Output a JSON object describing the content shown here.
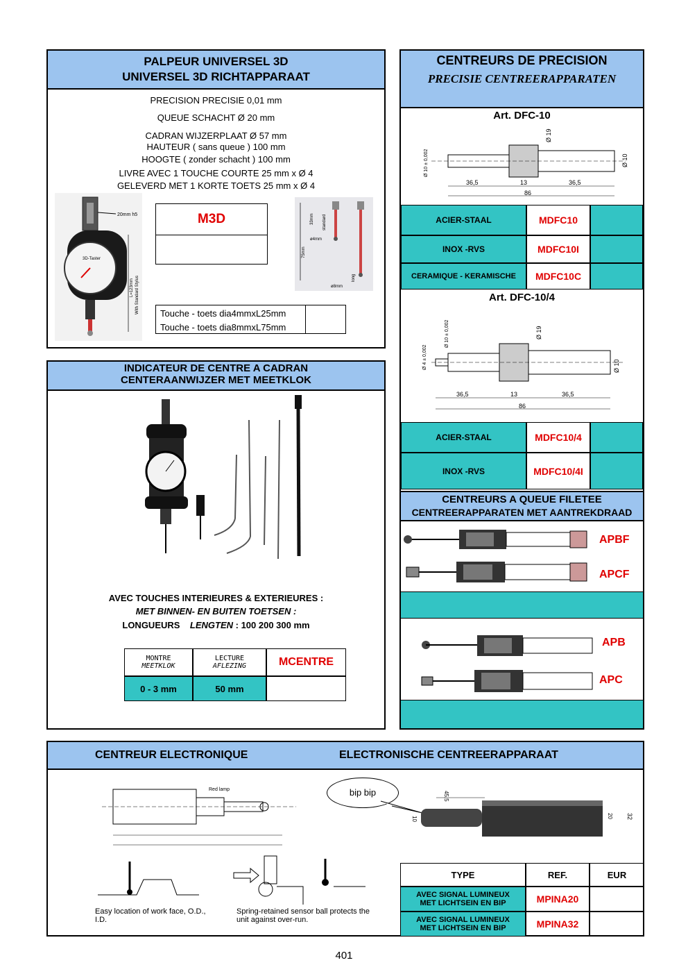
{
  "palpeur": {
    "title1": "PALPEUR UNIVERSEL 3D",
    "title2": "UNIVERSEL 3D RICHTAPPARAAT",
    "specs": [
      "PRECISION   PRECISIE  0,01 mm",
      "QUEUE   SCHACHT  Ø  20 mm",
      "CADRAN  WIJZERPLAAT  Ø 57 mm",
      "HAUTEUR ( sans queue )  100 mm",
      "HOOGTE ( zonder schacht )  100 mm",
      "LIVRE AVEC 1 TOUCHE COURTE   25 mm  x  Ø  4",
      "GELEVERD MET 1 KORTE TOETS  25 mm  x Ø  4"
    ],
    "ref": "M3D",
    "touch1": "Touche - toets dia4mmxL25mm",
    "touch2": "Touche - toets dia8mmxL75mm",
    "img_labels": [
      "20mm h5",
      "3D-Taster",
      "L=123mm",
      "With Standard Stylus",
      "33mm",
      "standard",
      "75mm",
      "ø4mm",
      "long",
      "ø8mm"
    ]
  },
  "centreurs": {
    "title1": "CENTREURS DE PRECISION",
    "title2": "PRECISIE CENTREERAPPARATEN",
    "art1": "Art. DFC-10",
    "art1_dims": [
      "Ø 10 ± 0,002",
      "Ø 19",
      "Ø 10",
      "36,5",
      "13",
      "36,5",
      "86"
    ],
    "rows1": [
      {
        "label": "ACIER-STAAL",
        "ref": "MDFC10"
      },
      {
        "label": "INOX -RVS",
        "ref": "MDFC10I"
      },
      {
        "label": "CERAMIQUE - KERAMISCHE",
        "ref": "MDFC10C"
      }
    ],
    "art2": "Art. DFC-10/4",
    "art2_dims": [
      "Ø 4 ± 0,002",
      "Ø 10 ± 0,002",
      "Ø 19",
      "Ø 10",
      "36,5",
      "13",
      "36,5",
      "86"
    ],
    "rows2": [
      {
        "label": "ACIER-STAAL",
        "ref": "MDFC10/4"
      },
      {
        "label": "INOX -RVS",
        "ref": "MDFC10/4I"
      }
    ]
  },
  "filetee": {
    "title1": "CENTREURS A QUEUE FILETEE",
    "title2": "CENTREERAPPARATEN  MET AANTREKDRAAD",
    "refs": [
      "APBF",
      "APCF",
      "APB",
      "APC"
    ]
  },
  "indicateur": {
    "title1": "INDICATEUR DE CENTRE A CADRAN",
    "title2": "CENTERAANWIJZER MET MEETKLOK",
    "line1": "AVEC TOUCHES INTERIEURES & EXTERIEURES :",
    "line2": "MET BINNEN- EN BUITEN TOETSEN :",
    "line3a": "LONGUEURS",
    "line3b": "LENGTEN",
    "line3c": ":  100  200  300 mm",
    "table": {
      "h1a": "MONTRE",
      "h1b": "MEETKLOK",
      "h2a": "LECTURE",
      "h2b": "AFLEZING",
      "ref": "MCENTRE",
      "v1": "0 - 3 mm",
      "v2": "50 mm"
    }
  },
  "electronique": {
    "title_fr": "CENTREUR ELECTRONIQUE",
    "title_nl": "ELECTRONISCHE CENTREERAPPARAAT",
    "bubble": "bip bip",
    "drawing_labels": [
      "Red lamp",
      "45,5",
      "20",
      "10",
      "32"
    ],
    "caption1": "Easy location of work face, O.D., I.D.",
    "caption2": "Spring-retained sensor ball protects the unit against over-run.",
    "table": {
      "h_type": "TYPE",
      "h_ref": "REF.",
      "h_eur": "EUR",
      "rows": [
        {
          "fr": "AVEC SIGNAL LUMINEUX",
          "nl": "MET LICHTSEIN EN BIP",
          "ref": "MPINA20"
        },
        {
          "fr": "AVEC SIGNAL LUMINEUX",
          "nl": "MET LICHTSEIN EN BIP",
          "ref": "MPINA32"
        }
      ]
    }
  },
  "page_number": "401",
  "colors": {
    "header_blue": "#9cc4ef",
    "teal": "#33c4c4",
    "ref_red": "#e00000"
  }
}
